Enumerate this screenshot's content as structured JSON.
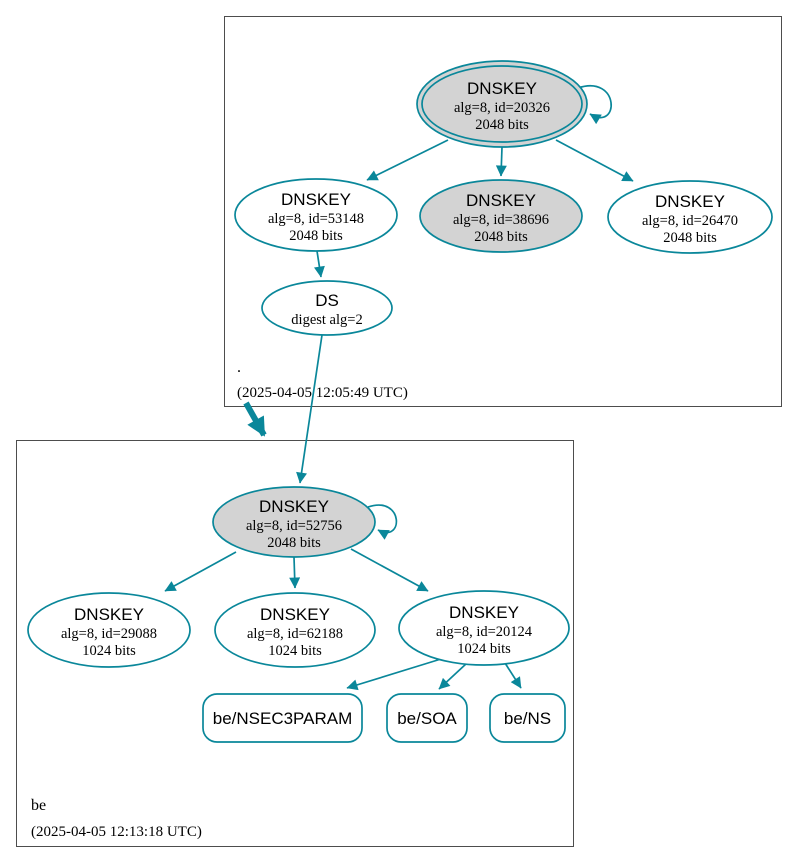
{
  "colors": {
    "accent": "#0a879a",
    "node_fill_gray": "#d3d3d3",
    "cluster_border": "#4d4d4d"
  },
  "zones": {
    "root": {
      "label": ".",
      "timestamp": "(2025-04-05 12:05:49 UTC)",
      "nodes": {
        "ksk": {
          "title": "DNSKEY",
          "detail1": "alg=8, id=20326",
          "detail2": "2048 bits"
        },
        "zsk1": {
          "title": "DNSKEY",
          "detail1": "alg=8, id=53148",
          "detail2": "2048 bits"
        },
        "zsk2": {
          "title": "DNSKEY",
          "detail1": "alg=8, id=38696",
          "detail2": "2048 bits"
        },
        "zsk3": {
          "title": "DNSKEY",
          "detail1": "alg=8, id=26470",
          "detail2": "2048 bits"
        },
        "ds": {
          "title": "DS",
          "detail1": "digest alg=2"
        }
      }
    },
    "be": {
      "label": "be",
      "timestamp": "(2025-04-05 12:13:18 UTC)",
      "nodes": {
        "ksk": {
          "title": "DNSKEY",
          "detail1": "alg=8, id=52756",
          "detail2": "2048 bits"
        },
        "zsk1": {
          "title": "DNSKEY",
          "detail1": "alg=8, id=29088",
          "detail2": "1024 bits"
        },
        "zsk2": {
          "title": "DNSKEY",
          "detail1": "alg=8, id=62188",
          "detail2": "1024 bits"
        },
        "zsk3": {
          "title": "DNSKEY",
          "detail1": "alg=8, id=20124",
          "detail2": "1024 bits"
        },
        "nsec3param": {
          "label": "be/NSEC3PARAM"
        },
        "soa": {
          "label": "be/SOA"
        },
        "ns": {
          "label": "be/NS"
        }
      }
    }
  }
}
